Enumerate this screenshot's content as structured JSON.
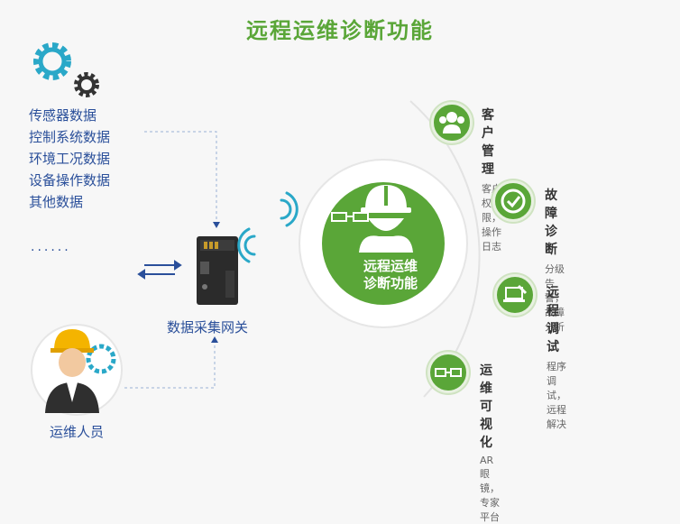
{
  "title": "远程运维诊断功能",
  "data_sources": {
    "items": [
      "传感器数据",
      "控制系统数据",
      "环境工况数据",
      "设备操作数据",
      "其他数据"
    ],
    "ellipsis": "......"
  },
  "gateway": {
    "label": "数据采集网关"
  },
  "operator": {
    "label": "运维人员"
  },
  "center": {
    "line1": "远程运维",
    "line2": "诊断功能"
  },
  "functions": [
    {
      "title": "客户管理",
      "subtitle": "客户权限，操作日志",
      "icon": "users-icon"
    },
    {
      "title": "故障诊断",
      "subtitle": "分级告警，故障分析",
      "icon": "clock-check-icon"
    },
    {
      "title": "远程调试",
      "subtitle": "程序调试，远程解决",
      "icon": "laptop-wrench-icon"
    },
    {
      "title": "运维可视化",
      "subtitle": "AR眼镜，专家平台",
      "icon": "ar-glasses-icon"
    }
  ],
  "colors": {
    "accent_green": "#5aa638",
    "text_blue": "#2a4f9a",
    "gear_teal": "#2aa8c8"
  }
}
